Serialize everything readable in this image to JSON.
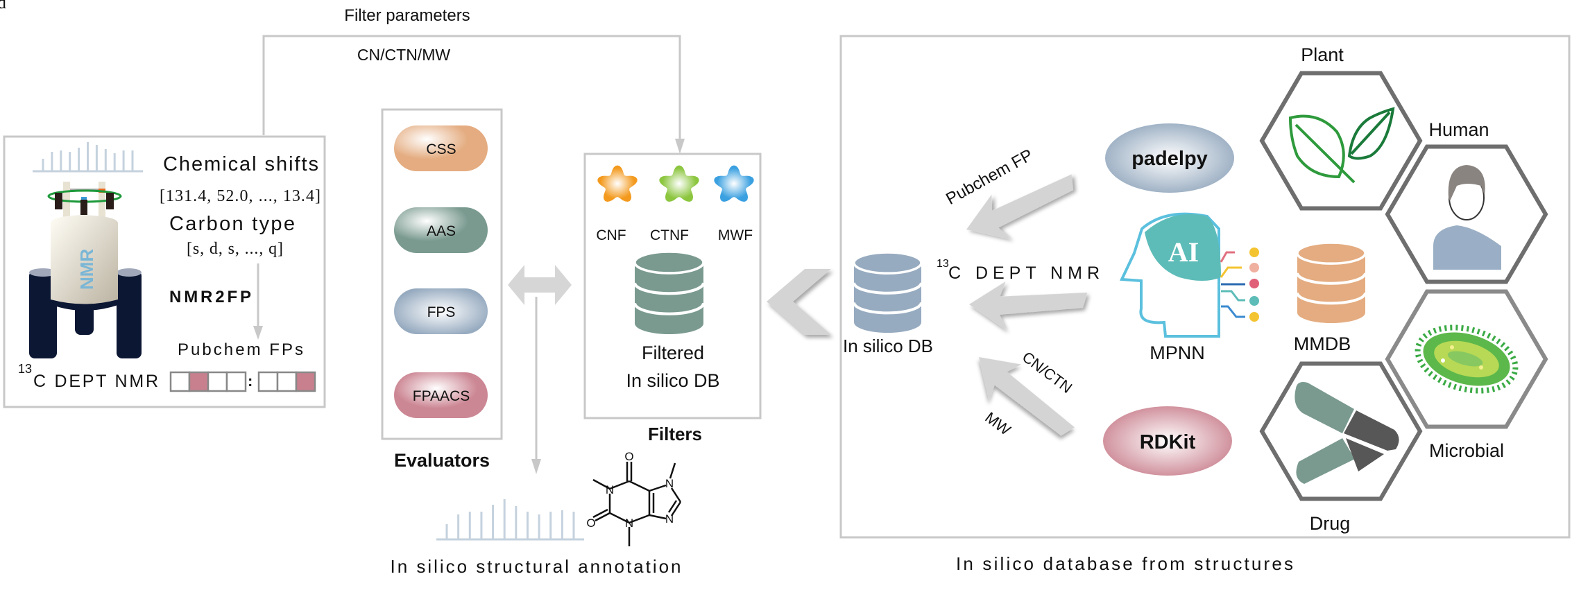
{
  "panel_label": "d",
  "top": {
    "filter_parameters": "Filter parameters",
    "cn_ctn_mw": "CN/CTN/MW"
  },
  "input_panel": {
    "chemical_shifts_title": "Chemical shifts",
    "chemical_shifts_values": "[131.4, 52.0, ..., 13.4]",
    "carbon_type_title": "Carbon type",
    "carbon_type_values": "[s, d, s, ..., q]",
    "method": "NMR2FP",
    "output": "Pubchem FPs",
    "instrument_sup": "13",
    "instrument": "C DEPT NMR",
    "magnet_label": "NMR",
    "fingerprint_bits_group1": [
      0,
      1,
      0,
      0
    ],
    "fingerprint_bits_group2": [
      0,
      0,
      1
    ],
    "fingerprint_separator": ":"
  },
  "evaluators": {
    "title": "Evaluators",
    "items": [
      {
        "label": "CSS",
        "color": "#e4ac80"
      },
      {
        "label": "AAS",
        "color": "#7a9a90"
      },
      {
        "label": "FPS",
        "color": "#97abc0"
      },
      {
        "label": "FPAACS",
        "color": "#cc8794"
      }
    ]
  },
  "filters": {
    "title": "Filters",
    "items": [
      {
        "label": "CNF",
        "color": "#f39a1e"
      },
      {
        "label": "CTNF",
        "color": "#8cc63f"
      },
      {
        "label": "MWF",
        "color": "#3aa0e0"
      }
    ],
    "db_line1": "Filtered",
    "db_line2": "In silico DB",
    "db_color": "#7a9a90"
  },
  "annotation": {
    "label": "In silico structural annotation"
  },
  "database_panel": {
    "caption": "In silico database from structures",
    "db_label": "In silico DB",
    "db_color": "#97abc0",
    "arrow_pubchem": "Pubchem FP",
    "arrow_nmr_sup": "13",
    "arrow_nmr": "C DEPT NMR",
    "arrow_cn_ctn": "CN/CTN",
    "arrow_mw": "MW",
    "tools": {
      "padelpy": "padelpy",
      "mpnn": "MPNN",
      "mpnn_icon_text": "AI",
      "rdkit": "RDKit"
    },
    "mmdb": {
      "label": "MMDB",
      "color": "#e4ac80"
    },
    "sources": {
      "plant": "Plant",
      "human": "Human",
      "microbial": "Microbial",
      "drug": "Drug"
    }
  },
  "caffeine_atoms": {
    "o": "O",
    "n": "N"
  }
}
